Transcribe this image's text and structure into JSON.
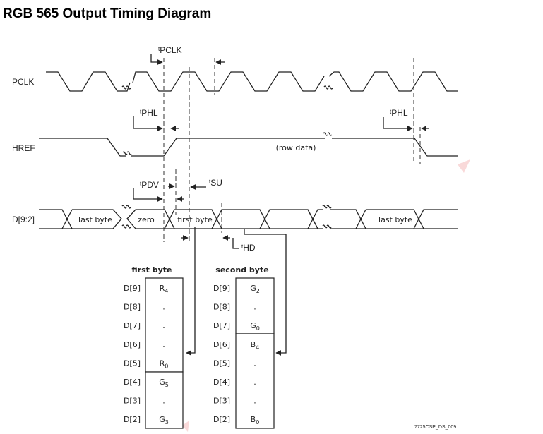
{
  "title": "RGB 565 Output Timing Diagram",
  "signals": {
    "pclk": "PCLK",
    "href": "HREF",
    "data": "D[9:2]"
  },
  "timing_params": {
    "pclk": {
      "sup": "t",
      "sub": "PCLK"
    },
    "phl_1": {
      "sup": "t",
      "sub": "PHL"
    },
    "phl_2": {
      "sup": "t",
      "sub": "PHL"
    },
    "pdv": {
      "sup": "t",
      "sub": "PDV"
    },
    "su": {
      "sup": "t",
      "sub": "SU"
    },
    "hd": {
      "sup": "t",
      "sub": "HD"
    }
  },
  "bus_labels": {
    "row_data": "(row data)",
    "last_byte_1": "last byte",
    "zero": "zero",
    "first_byte_cell": "first byte",
    "last_byte_2": "last byte"
  },
  "tables": {
    "first_byte": {
      "heading": "first byte",
      "rows": [
        {
          "pin": "D[9]",
          "base": "R",
          "sub": "4"
        },
        {
          "pin": "D[8]",
          "base": ".",
          "sub": ""
        },
        {
          "pin": "D[7]",
          "base": ".",
          "sub": ""
        },
        {
          "pin": "D[6]",
          "base": ".",
          "sub": ""
        },
        {
          "pin": "D[5]",
          "base": "R",
          "sub": "0"
        },
        {
          "pin": "D[4]",
          "base": "G",
          "sub": "5"
        },
        {
          "pin": "D[3]",
          "base": ".",
          "sub": ""
        },
        {
          "pin": "D[2]",
          "base": "G",
          "sub": "3"
        }
      ]
    },
    "second_byte": {
      "heading": "second byte",
      "rows": [
        {
          "pin": "D[9]",
          "base": "G",
          "sub": "2"
        },
        {
          "pin": "D[8]",
          "base": ".",
          "sub": ""
        },
        {
          "pin": "D[7]",
          "base": "G",
          "sub": "0"
        },
        {
          "pin": "D[6]",
          "base": "B",
          "sub": "4"
        },
        {
          "pin": "D[5]",
          "base": ".",
          "sub": ""
        },
        {
          "pin": "D[4]",
          "base": ".",
          "sub": ""
        },
        {
          "pin": "D[3]",
          "base": ".",
          "sub": ""
        },
        {
          "pin": "D[2]",
          "base": "B",
          "sub": "0"
        }
      ]
    }
  },
  "footnote": "7725CSP_DS_009",
  "colors": {
    "line": "#222222",
    "watermark": "#f6c9c9"
  }
}
